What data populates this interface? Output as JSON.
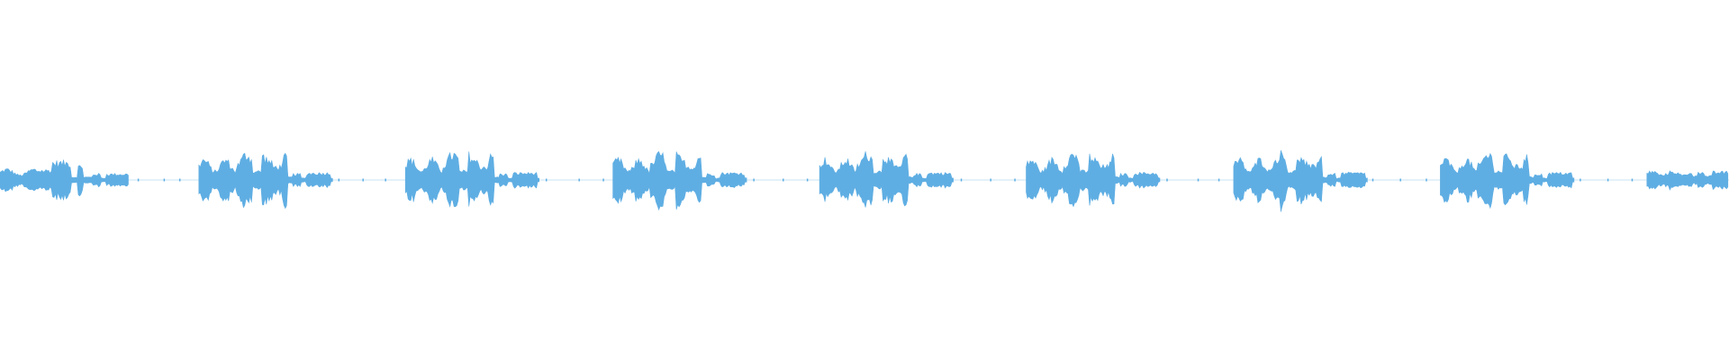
{
  "waveform": {
    "color": "#5faee3",
    "background": "#ffffff",
    "description_free": true,
    "segments": [
      {
        "start": 0.0,
        "end": 0.0745,
        "pattern": "partial-lead"
      },
      {
        "start": 0.115,
        "end": 0.193,
        "pattern": "phrase"
      },
      {
        "start": 0.2345,
        "end": 0.3125,
        "pattern": "phrase"
      },
      {
        "start": 0.3545,
        "end": 0.432,
        "pattern": "phrase"
      },
      {
        "start": 0.474,
        "end": 0.552,
        "pattern": "phrase"
      },
      {
        "start": 0.5935,
        "end": 0.671,
        "pattern": "phrase"
      },
      {
        "start": 0.7135,
        "end": 0.791,
        "pattern": "phrase"
      },
      {
        "start": 0.833,
        "end": 0.911,
        "pattern": "phrase"
      },
      {
        "start": 0.9525,
        "end": 1.0,
        "pattern": "partial-tail"
      }
    ],
    "quiet_ticks": [
      0.08,
      0.095,
      0.104,
      0.196,
      0.21,
      0.223,
      0.316,
      0.335,
      0.349,
      0.436,
      0.453,
      0.467,
      0.556,
      0.573,
      0.587,
      0.675,
      0.693,
      0.705,
      0.794,
      0.81,
      0.825,
      0.914,
      0.93,
      0.944
    ]
  }
}
